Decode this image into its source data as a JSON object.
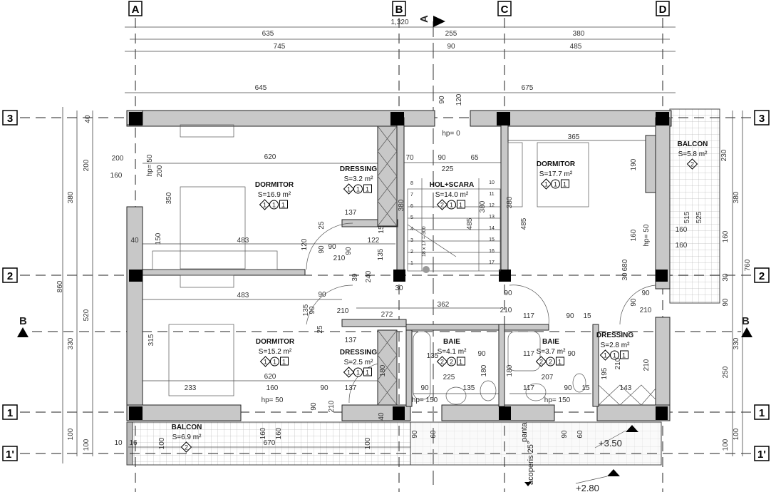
{
  "grid_axes": {
    "columns": [
      "A",
      "B",
      "C",
      "D"
    ],
    "rows": [
      "3",
      "2",
      "1",
      "1'"
    ]
  },
  "section_marks": {
    "a": "A",
    "b_left": "B",
    "b_right": "B"
  },
  "rooms": [
    {
      "name": "DORMITOR",
      "area": "S=16.9 m²",
      "tags": [
        "1",
        "1",
        "1"
      ]
    },
    {
      "name": "DRESSING",
      "area": "S=3.2 m²",
      "tags": [
        "1",
        "1",
        "1"
      ]
    },
    {
      "name": "HOL+SCARA",
      "area": "S=14.0 m²",
      "tags": [
        "2",
        "1",
        "1"
      ]
    },
    {
      "name": "DORMITOR",
      "area": "S=17.7 m²",
      "tags": [
        "1",
        "1",
        "1"
      ]
    },
    {
      "name": "BALCON",
      "area": "S=5.8 m²",
      "tags": [
        "2"
      ]
    },
    {
      "name": "DORMITOR",
      "area": "S=15.2 m²",
      "tags": [
        "1",
        "1",
        "1"
      ]
    },
    {
      "name": "DRESSING",
      "area": "S=2.5 m²",
      "tags": [
        "1",
        "1",
        "1"
      ]
    },
    {
      "name": "BAIE",
      "area": "S=4.1 m²",
      "tags": [
        "2",
        "2",
        "1"
      ]
    },
    {
      "name": "BAIE",
      "area": "S=3.7 m²",
      "tags": [
        "2",
        "2",
        "1"
      ]
    },
    {
      "name": "DRESSING",
      "area": "S=2.8 m²",
      "tags": [
        "1",
        "1",
        "1"
      ]
    },
    {
      "name": "BALCON",
      "area": "S=6.9 m²",
      "tags": [
        "2"
      ]
    }
  ],
  "stair_steps": [
    "1",
    "2",
    "3",
    "4",
    "5",
    "6",
    "7",
    "8",
    "10",
    "11",
    "12",
    "13",
    "14",
    "15",
    "16",
    "17"
  ],
  "stair_note": "18 x 17 = 300",
  "levels": {
    "roof": "+3.50",
    "eave": "+2.80",
    "roof_slope_1": "panta",
    "roof_slope_2": "acoperis 25°"
  },
  "dimensions": [
    "1,320",
    "635",
    "255",
    "380",
    "745",
    "90",
    "485",
    "645",
    "675",
    "90",
    "120",
    "620",
    "hp= 50",
    "200",
    "350",
    "150",
    "40",
    "483",
    "483",
    "315",
    "620",
    "233",
    "160",
    "hp= 50",
    "hp= 0",
    "70",
    "90",
    "65",
    "225",
    "380",
    "380",
    "485",
    "485",
    "380",
    "365",
    "190",
    "160",
    "hp= 50",
    "680",
    "30",
    "230",
    "515",
    "525",
    "160",
    "160",
    "137",
    "122",
    "135",
    "15",
    "120",
    "25",
    "90",
    "90",
    "210",
    "90",
    "39",
    "240",
    "30",
    "90",
    "135",
    "90",
    "210",
    "25",
    "362",
    "272",
    "137",
    "137",
    "180",
    "90",
    "90",
    "210",
    "40",
    "135",
    "225",
    "90",
    "135",
    "hp= 150",
    "180",
    "90",
    "117",
    "207",
    "117",
    "90",
    "15",
    "hp= 150",
    "90",
    "180",
    "90",
    "15",
    "117",
    "90",
    "210",
    "90",
    "210",
    "195",
    "143",
    "210",
    "210",
    "90",
    "90",
    "250",
    "330",
    "380",
    "760",
    "160",
    "30",
    "100",
    "100",
    "40",
    "200",
    "380",
    "860",
    "520",
    "330",
    "100",
    "100",
    "200",
    "160",
    "10",
    "16",
    "670",
    "160",
    "160",
    "100",
    "100",
    "90",
    "60",
    "90",
    "60"
  ]
}
